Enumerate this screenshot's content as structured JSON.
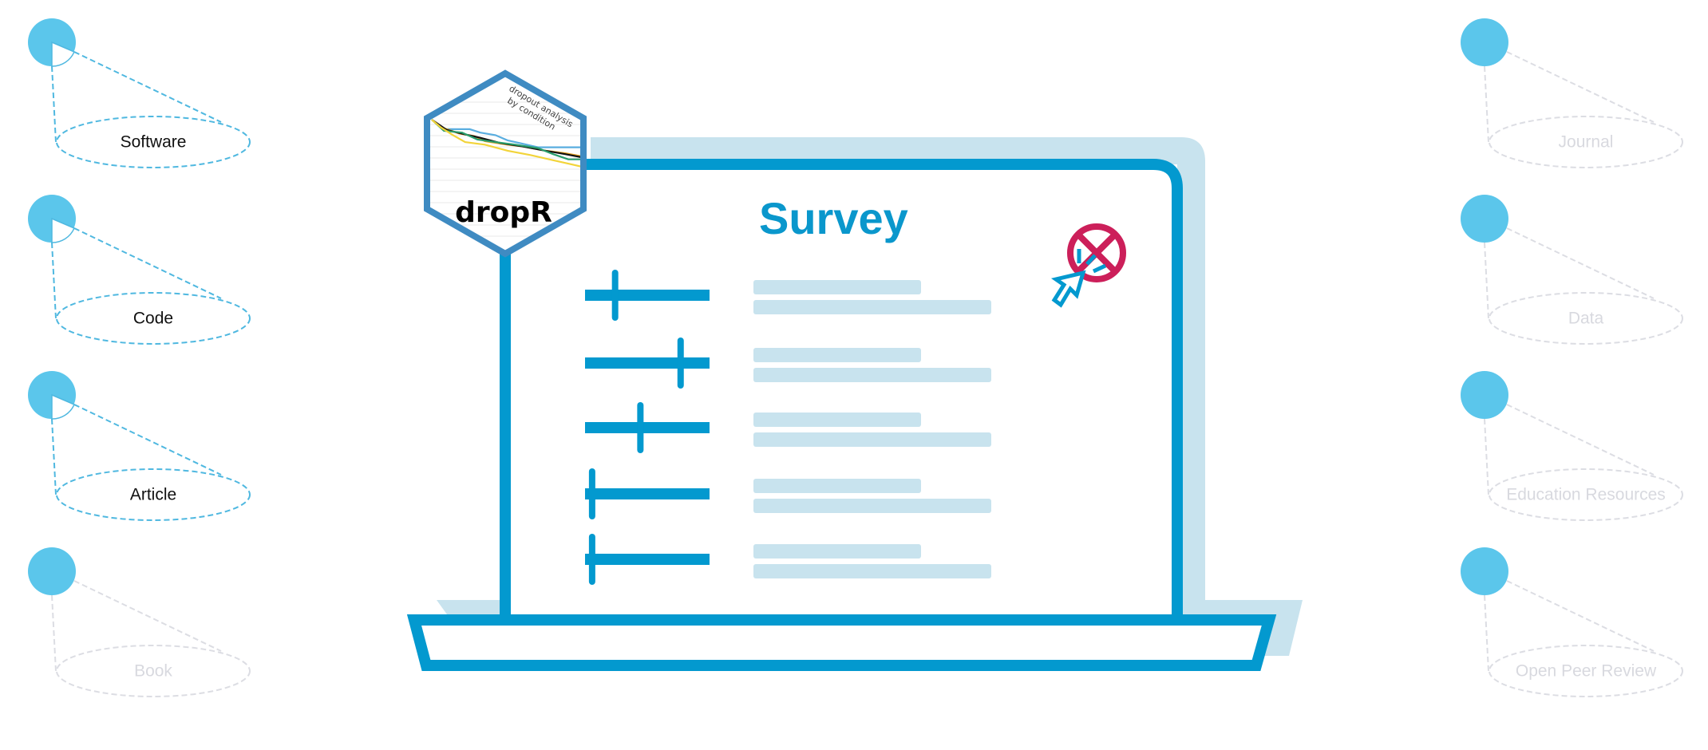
{
  "colors": {
    "node_fill": "#5bc6eb",
    "active_stroke": "#4fb8e0",
    "inactive_stroke": "#dcdde3",
    "active_text": "#111111",
    "inactive_text": "#d8d9df",
    "laptop_blue": "#0399cf",
    "laptop_shadow": "#c8e3ee",
    "text_bar": "#c8e3ee",
    "hex_border": "#3f8bc2",
    "forbidden": "#cc1f5a"
  },
  "left_nodes": [
    {
      "label": "Software",
      "active": true
    },
    {
      "label": "Code",
      "active": true
    },
    {
      "label": "Article",
      "active": true
    },
    {
      "label": "Book",
      "active": false
    }
  ],
  "right_nodes": [
    {
      "label": "Journal",
      "active": false
    },
    {
      "label": "Data",
      "active": false
    },
    {
      "label": "Education Resources",
      "active": false
    },
    {
      "label": "Open Peer Review",
      "active": false
    }
  ],
  "hex_logo": {
    "title": "dropR",
    "subtitle_line1": "dropout analysis",
    "subtitle_line2": "by condition",
    "curves": [
      {
        "name": "blue",
        "color": "#5aaee0",
        "points": [
          [
            0,
            0
          ],
          [
            0.08,
            0.22
          ],
          [
            0.25,
            0.22
          ],
          [
            0.32,
            0.3
          ],
          [
            0.42,
            0.36
          ],
          [
            0.5,
            0.48
          ],
          [
            0.6,
            0.56
          ],
          [
            0.7,
            0.64
          ],
          [
            1,
            0.64
          ]
        ]
      },
      {
        "name": "orange",
        "color": "#e8a020",
        "points": [
          [
            0,
            0
          ],
          [
            0.08,
            0.2
          ],
          [
            0.18,
            0.32
          ],
          [
            0.28,
            0.38
          ],
          [
            0.35,
            0.5
          ],
          [
            0.5,
            0.58
          ],
          [
            0.6,
            0.62
          ],
          [
            0.75,
            0.72
          ],
          [
            0.88,
            0.78
          ],
          [
            1,
            0.86
          ]
        ]
      },
      {
        "name": "black",
        "color": "#111111",
        "points": [
          [
            0,
            0
          ],
          [
            0.1,
            0.24
          ],
          [
            0.22,
            0.34
          ],
          [
            0.32,
            0.42
          ],
          [
            0.45,
            0.54
          ],
          [
            0.6,
            0.62
          ],
          [
            0.75,
            0.72
          ],
          [
            0.88,
            0.8
          ],
          [
            1,
            0.88
          ]
        ]
      },
      {
        "name": "green",
        "color": "#2a9d6c",
        "points": [
          [
            0,
            0
          ],
          [
            0.08,
            0.26
          ],
          [
            0.2,
            0.3
          ],
          [
            0.3,
            0.46
          ],
          [
            0.42,
            0.52
          ],
          [
            0.55,
            0.58
          ],
          [
            0.7,
            0.66
          ],
          [
            0.8,
            0.8
          ],
          [
            0.9,
            0.92
          ],
          [
            1,
            0.92
          ]
        ]
      },
      {
        "name": "yellow",
        "color": "#f2d43a",
        "points": [
          [
            0,
            0
          ],
          [
            0.06,
            0.18
          ],
          [
            0.14,
            0.36
          ],
          [
            0.22,
            0.52
          ],
          [
            0.35,
            0.58
          ],
          [
            0.5,
            0.72
          ],
          [
            0.65,
            0.82
          ],
          [
            0.8,
            0.94
          ],
          [
            0.9,
            1.02
          ],
          [
            1,
            1.1
          ]
        ]
      }
    ]
  },
  "survey": {
    "title": "Survey",
    "rows": [
      {
        "slider_value": 0.22
      },
      {
        "slider_value": 0.79
      },
      {
        "slider_value": 0.44
      },
      {
        "slider_value": 0.02
      },
      {
        "slider_value": 0.02
      }
    ]
  },
  "no_click_icon": "forbidden-cursor-icon"
}
